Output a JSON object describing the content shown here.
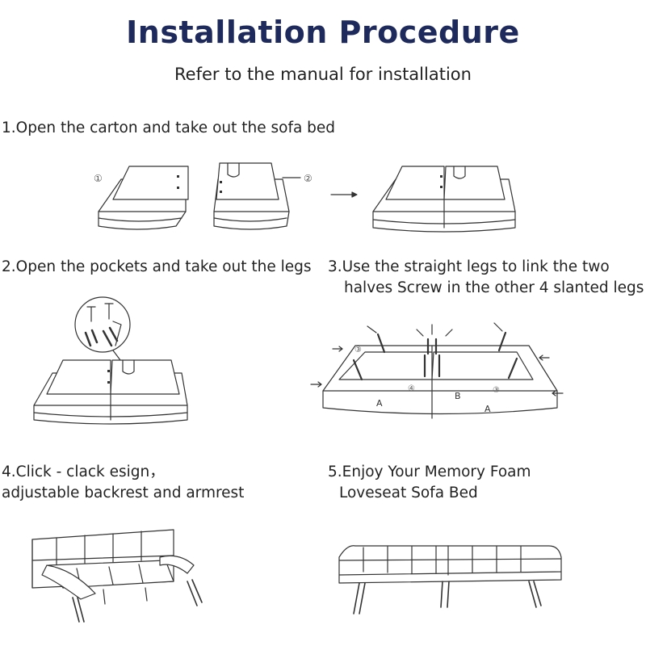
{
  "header": {
    "title": "Installation Procedure",
    "subtitle": "Refer to the manual for installation"
  },
  "steps": [
    {
      "line1": "1.Open the carton and take out the sofa bed",
      "line2": ""
    },
    {
      "line1": "2.Open the pockets and take out the legs",
      "line2": ""
    },
    {
      "line1": "3.Use the straight legs to link the two",
      "line2": "halves Screw in the other 4 slanted legs"
    },
    {
      "line1": "4.Click - clack esign，",
      "line2": "adjustable backrest and armrest"
    },
    {
      "line1": "5.Enjoy Your Memory Foam",
      "line2": "Loveseat Sofa Bed"
    }
  ],
  "diagram_labels": {
    "circle_1": "①",
    "circle_2": "②",
    "circle_3": "③",
    "circle_4": "④",
    "part_a": "A",
    "part_b": "B"
  },
  "colors": {
    "title": "#1f2a5c",
    "text": "#222222",
    "line": "#333333"
  }
}
